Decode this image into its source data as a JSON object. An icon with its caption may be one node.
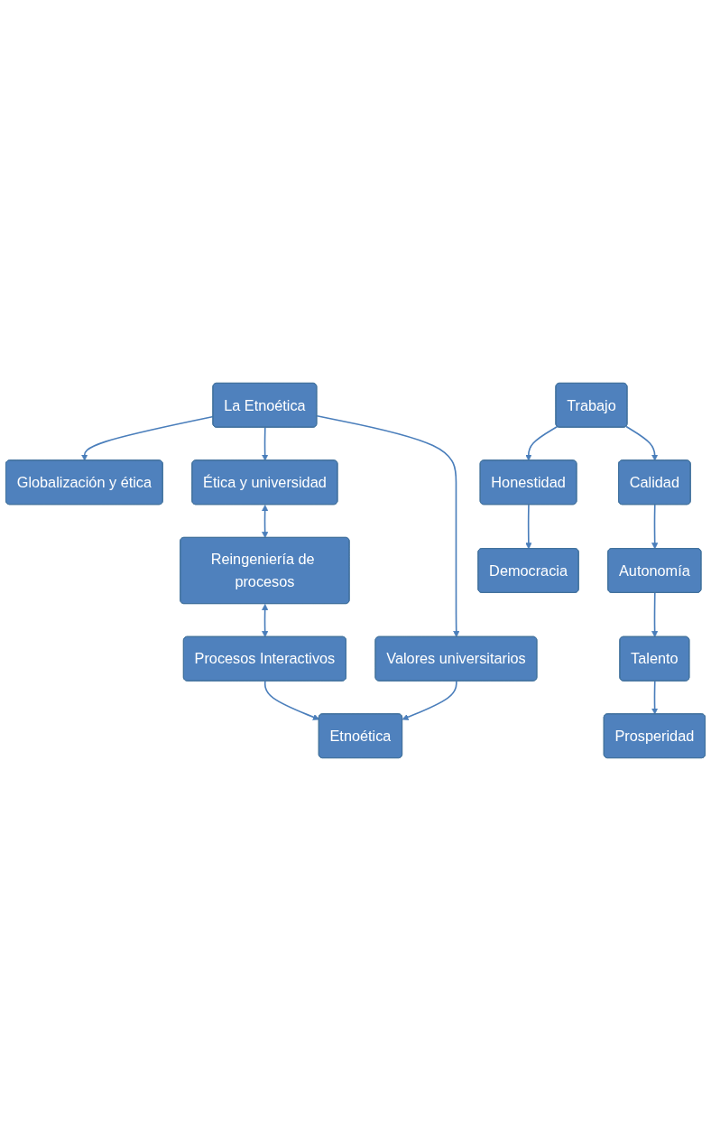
{
  "diagram": {
    "nodes": [
      {
        "text": [
          "La Etnoética"
        ]
      },
      {
        "text": [
          "Globalización y ética"
        ]
      },
      {
        "text": [
          "Ética y universidad"
        ]
      },
      {
        "text": [
          "Valores universitarios"
        ]
      },
      {
        "text": [
          "Reingeniería de procesos"
        ]
      },
      {
        "text": [
          "Procesos Interactivos"
        ]
      },
      {
        "text": [
          "Etnoética"
        ]
      },
      {
        "text": [
          "Trabajo"
        ]
      },
      {
        "text": [
          "Honestidad"
        ]
      },
      {
        "text": [
          "Democracia"
        ]
      },
      {
        "text": [
          "Calidad"
        ]
      },
      {
        "text": [
          "Autonomía"
        ]
      },
      {
        "text": [
          "Talento"
        ]
      },
      {
        "text": [
          "Prosperidad"
        ]
      }
    ],
    "edges": [
      {
        "from": 0,
        "to": 1,
        "arrow": "to"
      },
      {
        "from": 0,
        "to": 2,
        "arrow": "to"
      },
      {
        "from": 0,
        "to": 3,
        "arrow": "to"
      },
      {
        "from": 2,
        "to": 4,
        "arrow": "both"
      },
      {
        "from": 4,
        "to": 5,
        "arrow": "both"
      },
      {
        "from": 5,
        "to": 6,
        "arrow": "to"
      },
      {
        "from": 3,
        "to": 6,
        "arrow": "to"
      },
      {
        "from": 7,
        "to": 8,
        "arrow": "to"
      },
      {
        "from": 8,
        "to": 9,
        "arrow": "to"
      },
      {
        "from": 7,
        "to": 10,
        "arrow": "to"
      },
      {
        "from": 10,
        "to": 11,
        "arrow": "to"
      },
      {
        "from": 11,
        "to": 12,
        "arrow": "to"
      },
      {
        "from": 12,
        "to": 13,
        "arrow": "to"
      }
    ]
  }
}
